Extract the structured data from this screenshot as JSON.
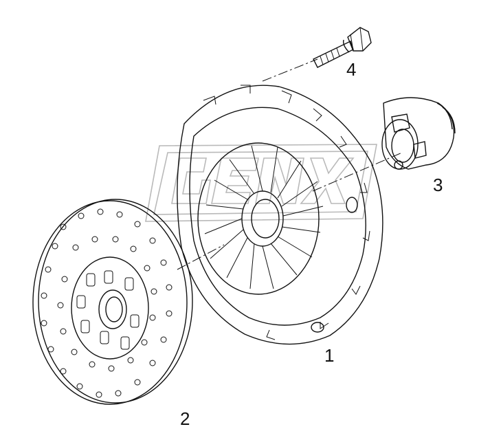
{
  "callouts": {
    "pressure_plate": "1",
    "clutch_disc": "2",
    "release_bearing": "3",
    "bolt": "4"
  },
  "colors": {
    "line": "#111111",
    "watermark": "#b9b9b9",
    "background": "#ffffff"
  }
}
